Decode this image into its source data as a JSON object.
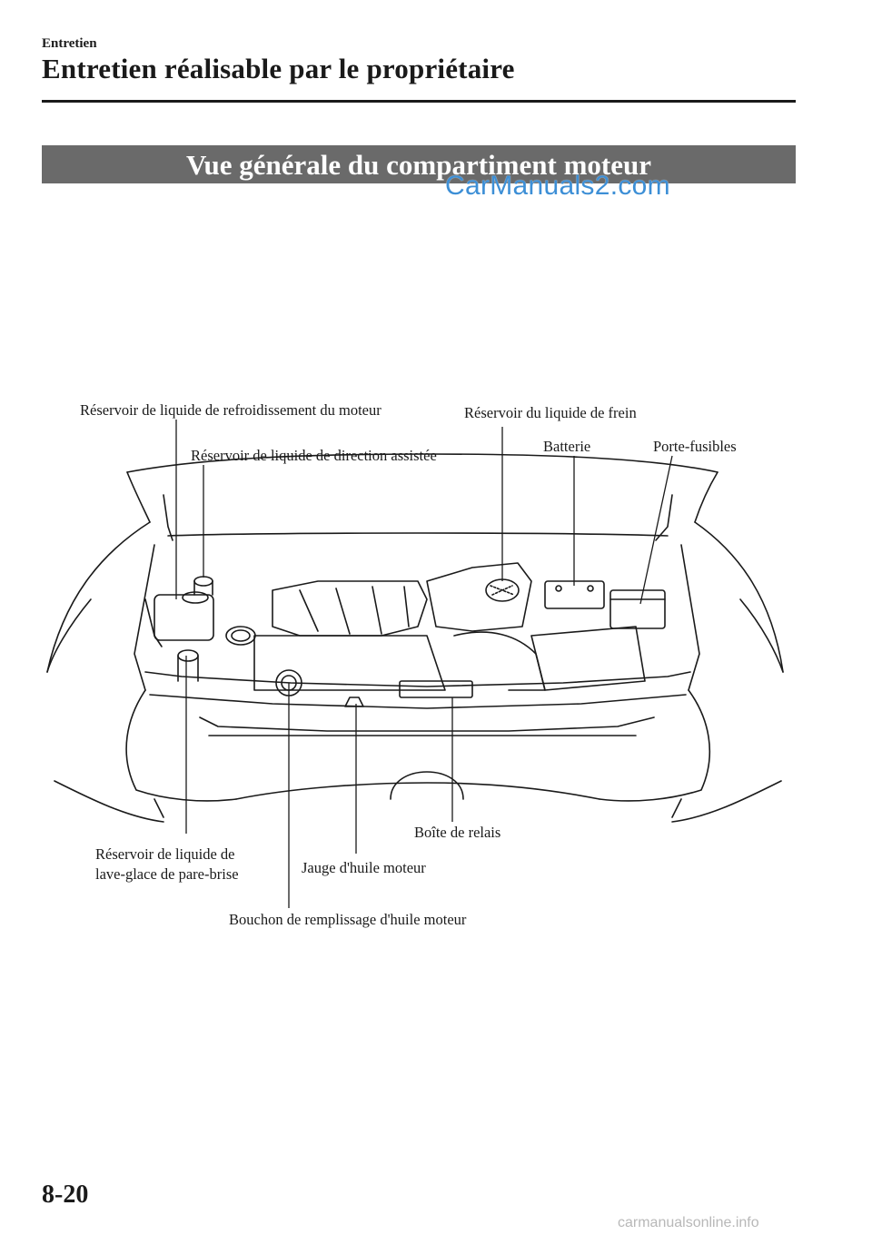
{
  "header": {
    "section": "Entretien",
    "title": "Entretien réalisable par le propriétaire"
  },
  "banner": {
    "title": "Vue générale du compartiment moteur"
  },
  "watermark": "CarManuals2.com",
  "diagram": {
    "labels": {
      "coolant_reservoir": "Réservoir de liquide de refroidissement du moteur",
      "power_steering_reservoir": "Réservoir de liquide de direction assistée",
      "brake_fluid_reservoir": "Réservoir du liquide de frein",
      "battery": "Batterie",
      "fuse_block": "Porte-fusibles",
      "washer_reservoir_line1": "Réservoir de liquide de",
      "washer_reservoir_line2": "lave-glace de pare-brise",
      "dipstick": "Jauge d'huile moteur",
      "relay_box": "Boîte de relais",
      "oil_filler_cap": "Bouchon de remplissage d'huile moteur"
    }
  },
  "footer": {
    "page_number": "8-20",
    "site": "carmanualsonline.info"
  }
}
